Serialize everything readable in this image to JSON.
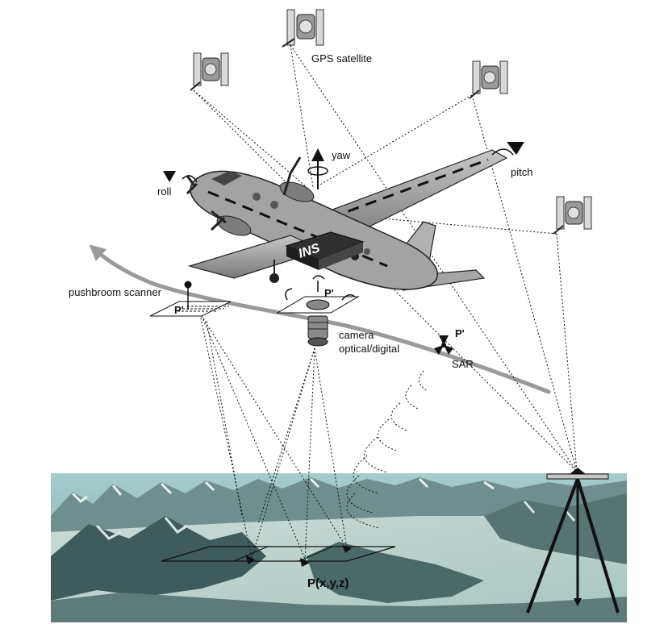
{
  "labels": {
    "gps_satellite": "GPS satellite",
    "yaw": "yaw",
    "roll": "roll",
    "pitch": "pitch",
    "ins": "INS",
    "pushbroom_scanner": "pushbroom scanner",
    "p_prime": "P'",
    "camera": "camera",
    "optical_digital": "optical/digital",
    "sar": "SAR",
    "ground_point": "P(x,y,z)"
  },
  "icons": {
    "satellite": "satellite-icon",
    "airplane": "airplane-icon",
    "tripod": "gps-tripod-icon",
    "radar": "sar-radar-icon",
    "camera": "camera-icon"
  },
  "colors": {
    "flight_path": "#9a9a9a",
    "terrain_sky": "#8fbcbc",
    "terrain_mountain": "#3f5f5f",
    "ins_box": "#3a3a3a",
    "plane_body": "#9c9c9c"
  }
}
